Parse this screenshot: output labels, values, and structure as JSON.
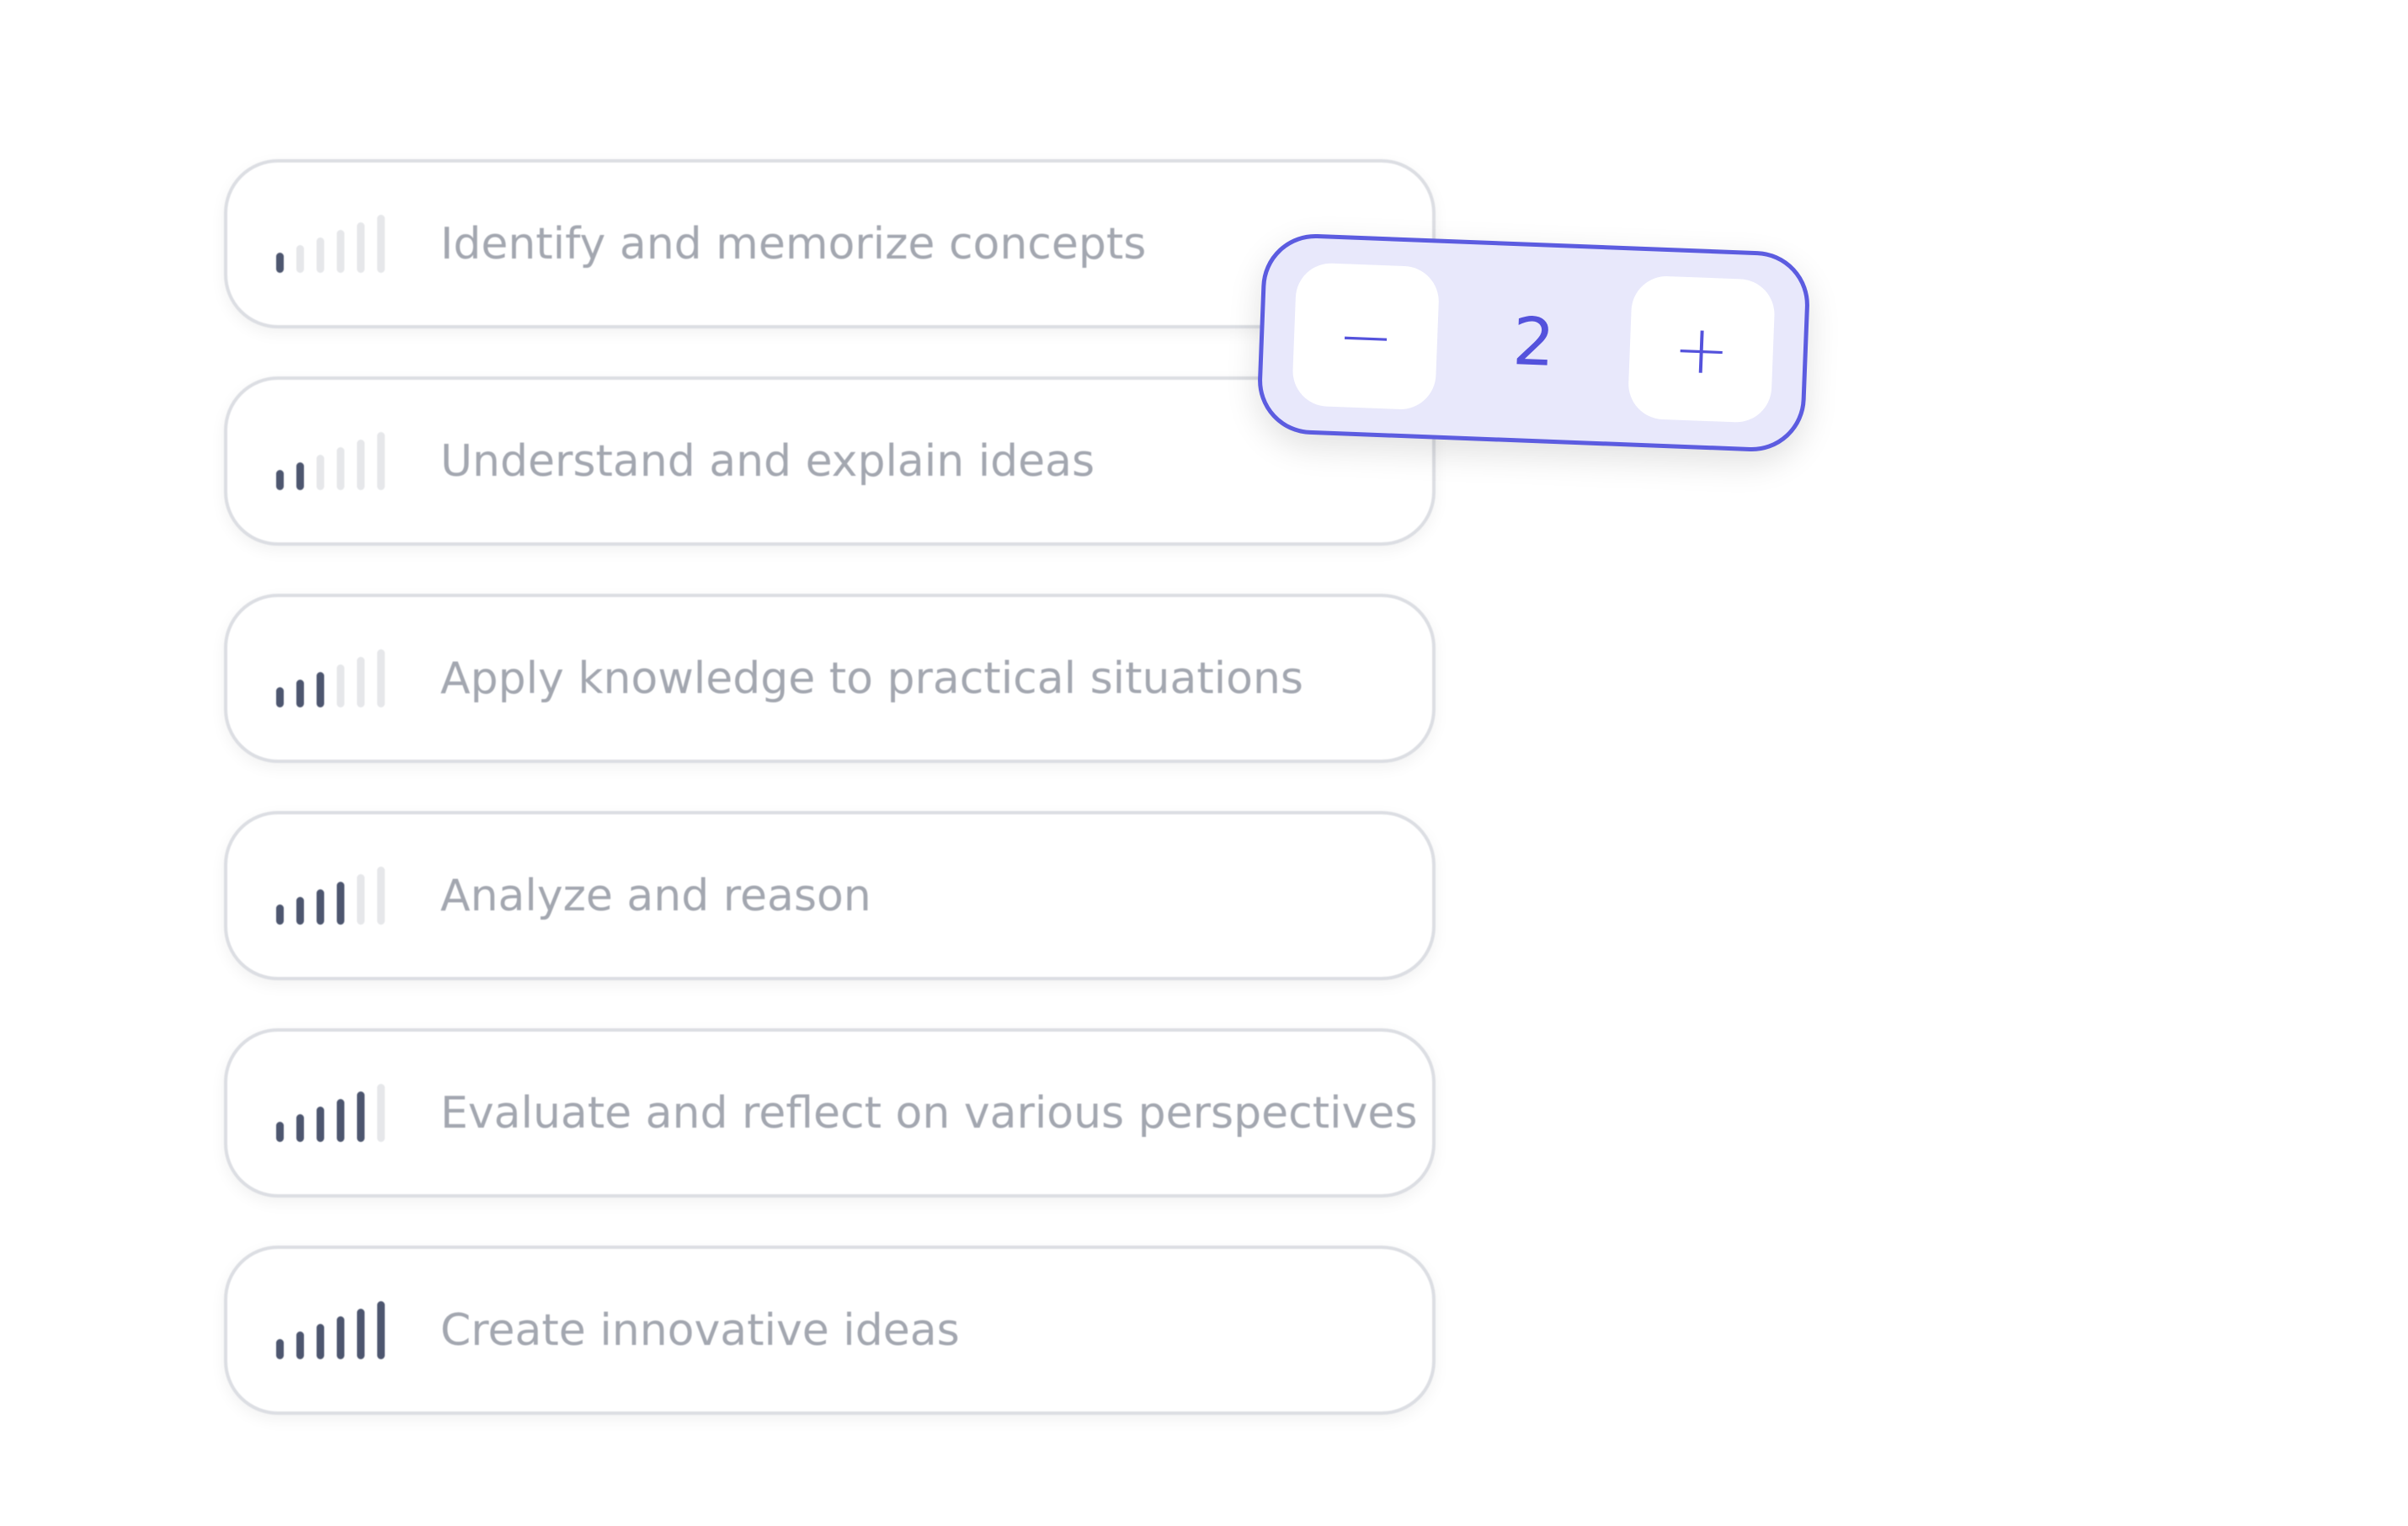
{
  "levels": [
    {
      "label": "Identify and memorize concepts",
      "level": 1,
      "max": 6
    },
    {
      "label": "Understand and explain ideas",
      "level": 2,
      "max": 6
    },
    {
      "label": "Apply knowledge to practical situations",
      "level": 3,
      "max": 6
    },
    {
      "label": "Analyze and reason",
      "level": 4,
      "max": 6
    },
    {
      "label": "Evaluate and reflect on various perspectives",
      "level": 5,
      "max": 6
    },
    {
      "label": "Create innovative ideas",
      "level": 6,
      "max": 6
    }
  ],
  "stepper": {
    "value": "2",
    "decrement_label": "−",
    "increment_label": "+"
  },
  "colors": {
    "accent": "#5c5ce0",
    "stepper_bg": "#e8e8fb",
    "bar_on": "#4d566f",
    "bar_off": "#e6e7ea",
    "text": "#a3a7b0"
  }
}
